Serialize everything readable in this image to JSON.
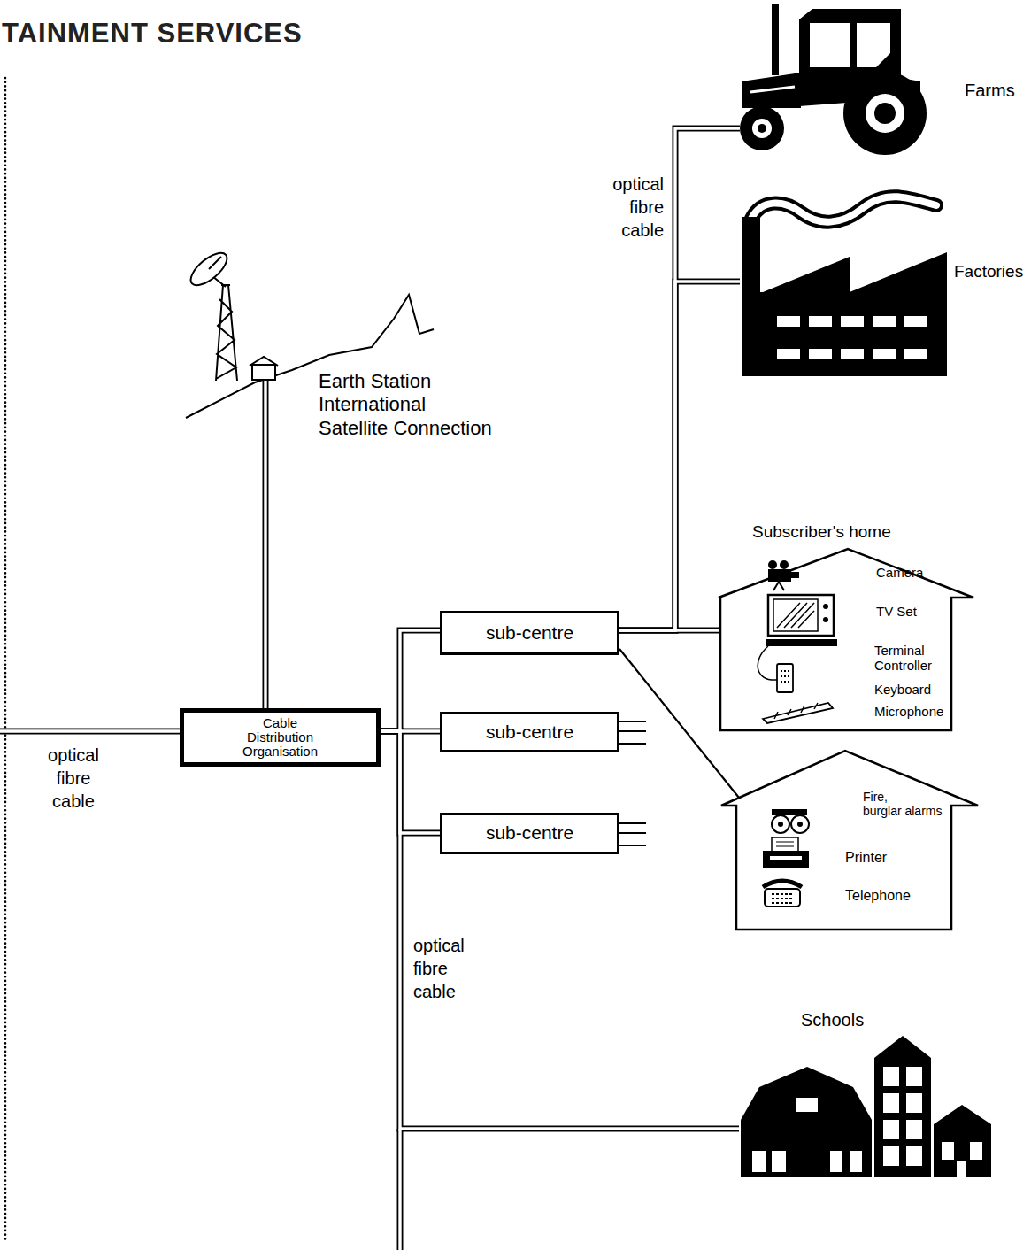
{
  "diagram": {
    "title": "TAINMENT SERVICES",
    "nodes": [
      {
        "text": [
          "Farms"
        ]
      },
      {
        "text": [
          "Factories"
        ]
      },
      {
        "text": [
          "Earth Station International Satellite Connection"
        ]
      },
      {
        "text": [
          "Subscriber's home",
          "Camera",
          "TV Set",
          "Terminal Controller",
          "Keyboard",
          "Microphone"
        ]
      },
      {
        "text": [
          "sub-centre"
        ]
      },
      {
        "text": [
          "Cable Distribution Organisation"
        ]
      },
      {
        "text": [
          "sub-centre"
        ]
      },
      {
        "text": [
          "Fire, burglar alarms",
          "Printer",
          "Telephone"
        ]
      },
      {
        "text": [
          "sub-centre"
        ]
      },
      {
        "text": [
          "Schools"
        ]
      }
    ],
    "edges": [
      {
        "from": 2,
        "to": 5,
        "arrow": "none"
      },
      {
        "from": 5,
        "to": 4,
        "arrow": "none"
      },
      {
        "from": 5,
        "to": 6,
        "arrow": "none"
      },
      {
        "from": 5,
        "to": 8,
        "arrow": "none"
      },
      {
        "from": 5,
        "to": 9,
        "arrow": "none"
      },
      {
        "from": 4,
        "to": 0,
        "arrow": "none"
      },
      {
        "from": 4,
        "to": 1,
        "arrow": "none"
      },
      {
        "from": 4,
        "to": 3,
        "arrow": "none"
      },
      {
        "from": 4,
        "to": 7,
        "arrow": "none"
      }
    ],
    "labels": [
      "optical fibre cable",
      "optical fibre cable",
      "optical fibre cable"
    ]
  }
}
